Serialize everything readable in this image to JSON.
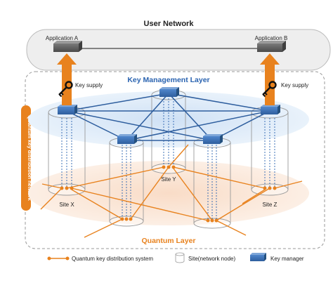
{
  "user_network": {
    "title": "User Network",
    "app_a": "Application A",
    "app_b": "Application B"
  },
  "key_supply_label": "Key supply",
  "key_management_layer": "Key Management Layer",
  "quantum_layer": "Quantum Layer",
  "qkd_network_label": "Quantum key distribution network",
  "sites": {
    "x": "Site X",
    "y": "Site Y",
    "z": "Site Z"
  },
  "legend": {
    "qkd_system": "Quantum key distribution system",
    "site": "Site(network node)",
    "key_manager": "Key manager"
  },
  "colors": {
    "key_mgmt_blue": "#2a63b0",
    "quantum_orange": "#e8821e",
    "key_manager_box": "#3b6fb6",
    "application_box": "#5a5a5a"
  }
}
